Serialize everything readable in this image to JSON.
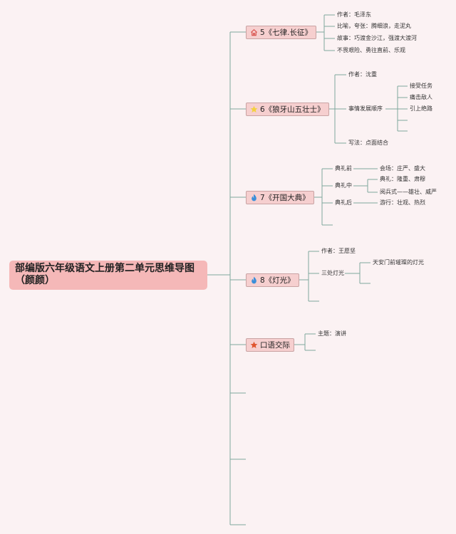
{
  "root": {
    "title": "部编版六年级语文上册第二单元思维导图（颜颜）"
  },
  "topics": [
    {
      "label": "5《七律.长征》",
      "icon": "house-icon",
      "leaves": [
        "作者：毛泽东",
        "比喻，夸张：腾细浪，走泥丸",
        "故事：巧渡金沙江，强渡大渡河",
        "不畏艰险、勇往直前、乐观"
      ]
    },
    {
      "label": "6《狼牙山五壮士》",
      "icon": "star-icon-yellow",
      "leaves": [
        "作者：沈重",
        "事情发展顺序",
        "写法：点面结合"
      ],
      "sub": [
        "接受任务",
        "痛击敌人",
        "引上绝路"
      ]
    },
    {
      "label": "7《开国大典》",
      "icon": "flame-icon",
      "leaves": [
        "典礼前",
        "典礼中",
        "典礼后"
      ],
      "sub": [
        "会场：庄严、盛大",
        "典礼：隆重、肃穆",
        "阅兵式——雄壮、威严",
        "游行：壮观、热烈"
      ]
    },
    {
      "label": "8《灯光》",
      "icon": "flame-icon",
      "leaves": [
        "作者：王愿坚",
        "三处灯光"
      ],
      "sub": [
        "天安门前璀璨的灯光"
      ]
    },
    {
      "label": "口语交际",
      "icon": "star-icon-red",
      "leaves": [
        "主题：演讲"
      ]
    }
  ],
  "colors": {
    "line": "#7fa89e",
    "topic_fill": "#f6cfcf",
    "root_fill": "#f5b8b8"
  }
}
